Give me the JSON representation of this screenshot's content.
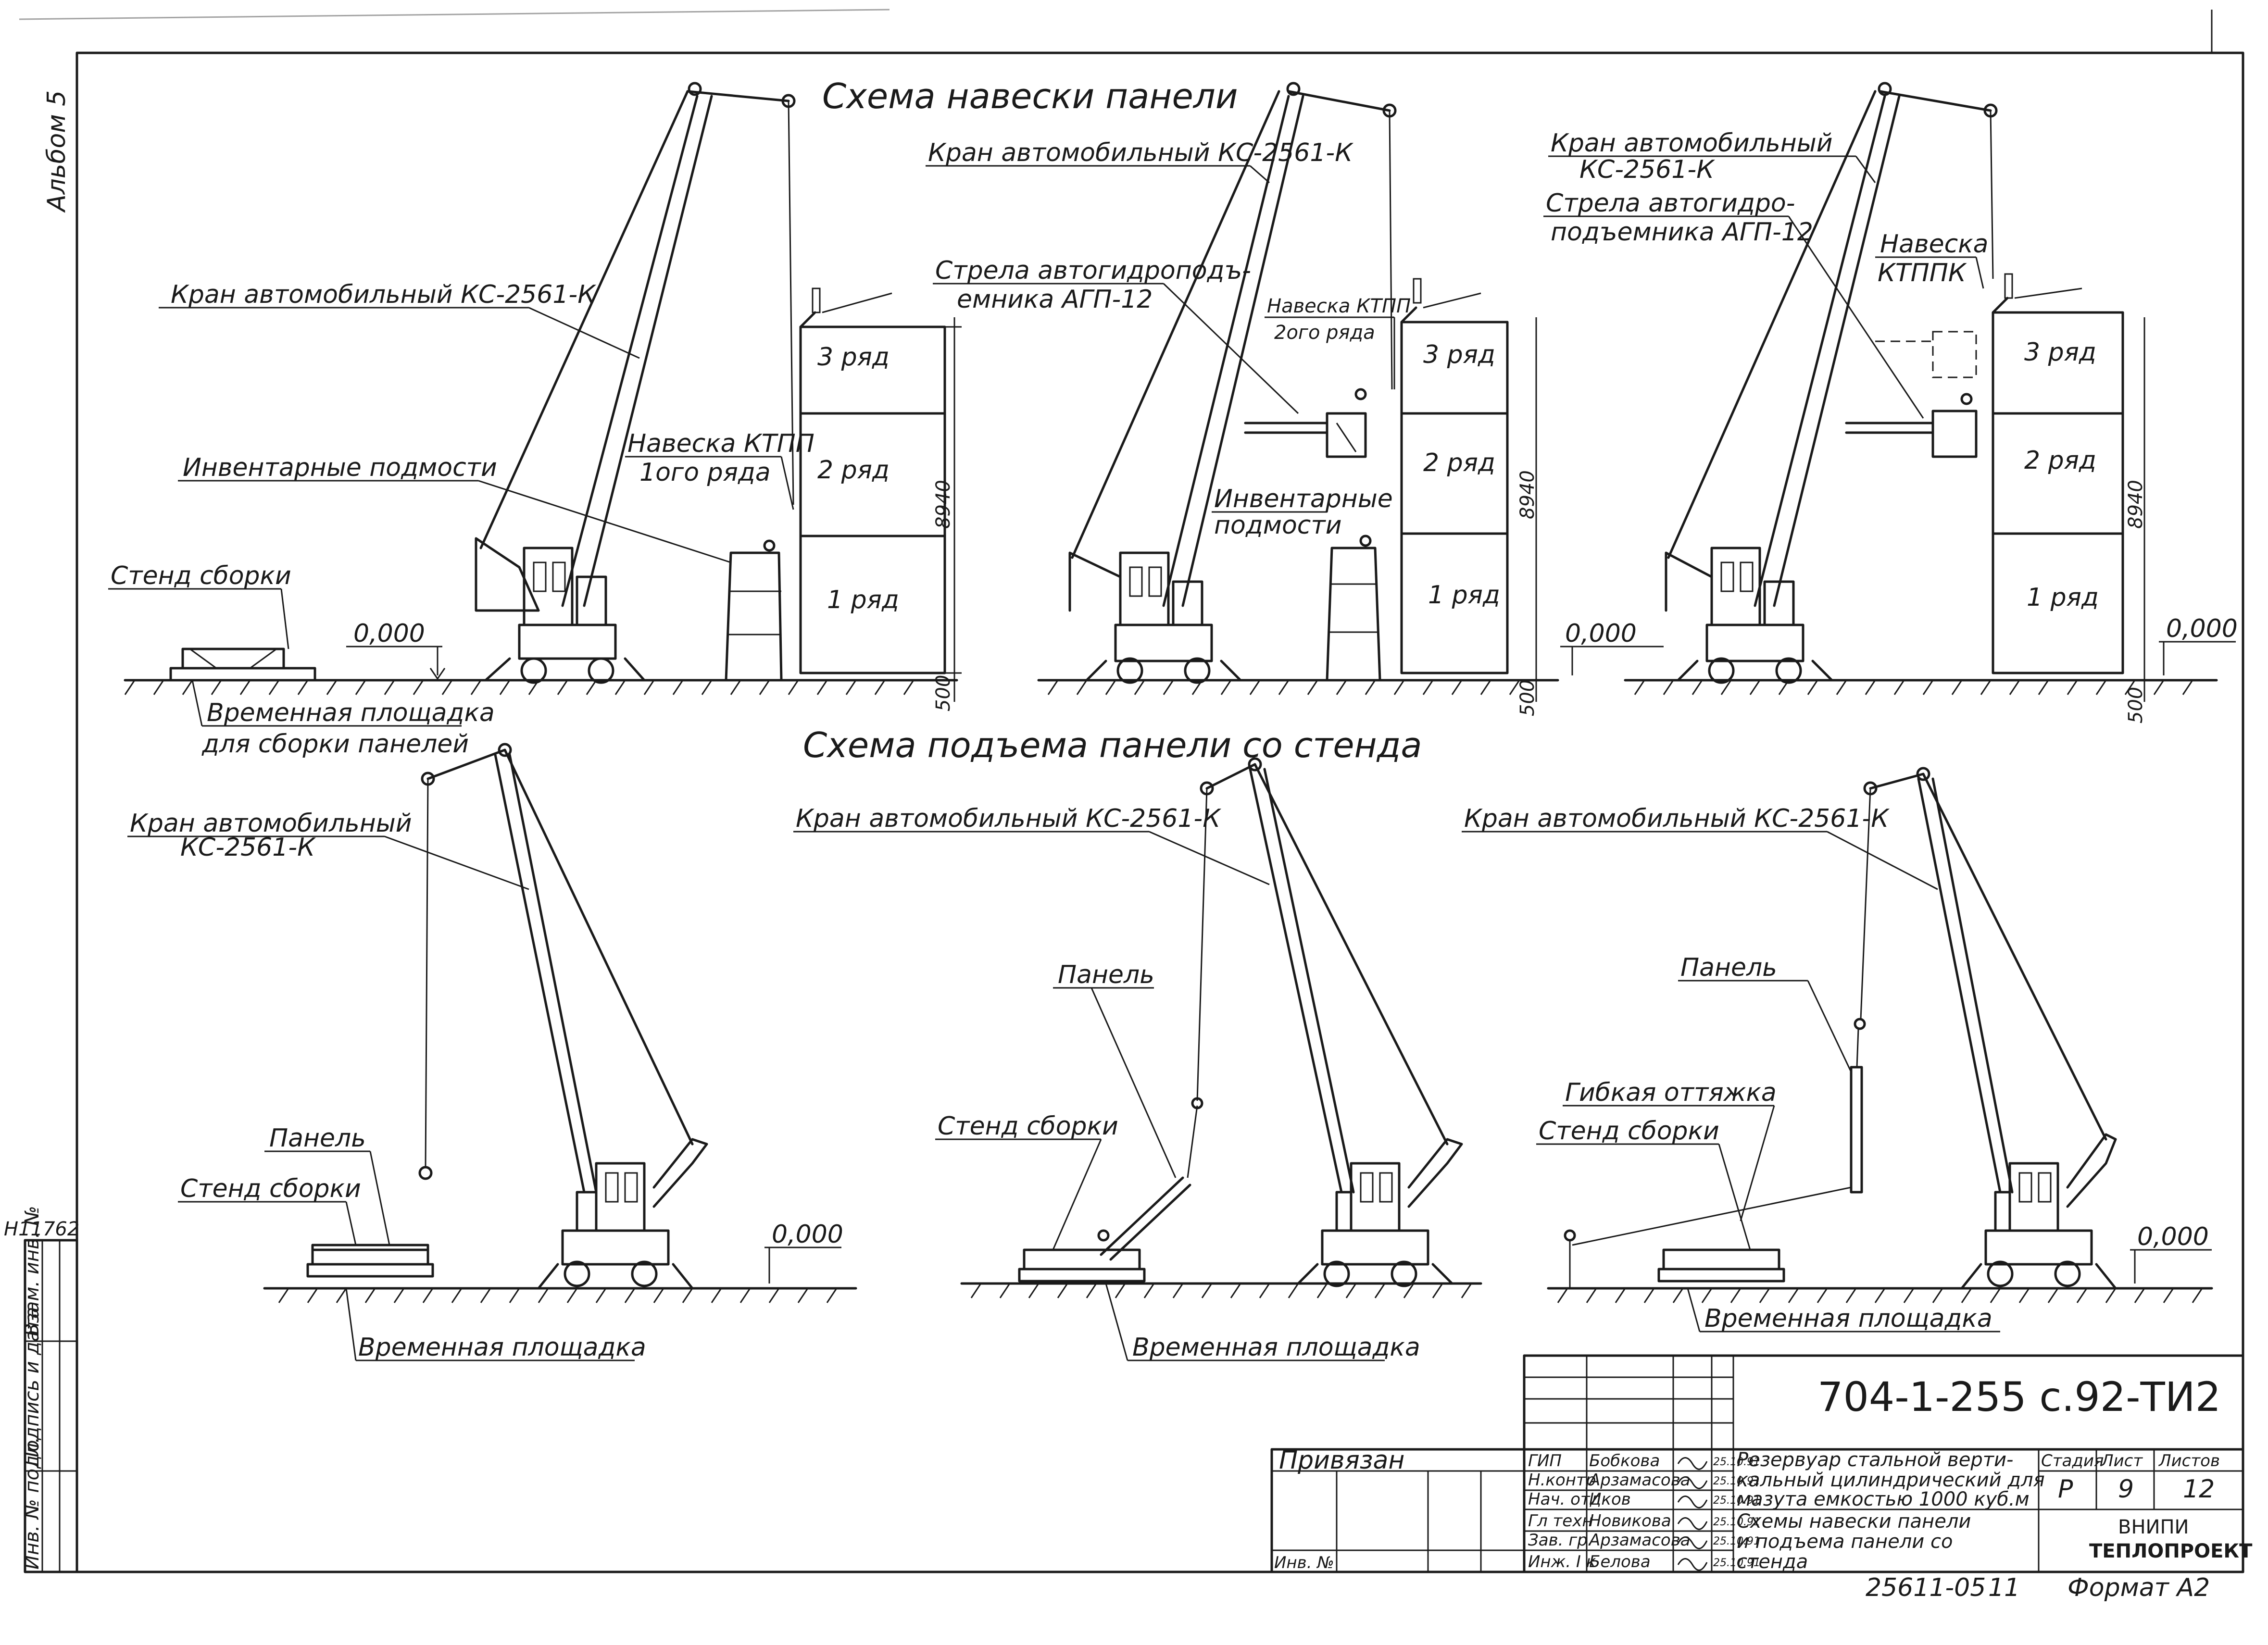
{
  "album_label": "Альбом 5",
  "inv_number": "Н11762",
  "titles": {
    "top": "Схема навески панели",
    "bottom": "Схема подъема панели со стенда"
  },
  "top_row": {
    "s1": {
      "crane": "Кран автомобильный КС-2561-К",
      "scaffold": "Инвентарные подмости",
      "stand": "Стенд сборки",
      "hang_1": "Навеска КТПП",
      "hang_2": "1ого ряда",
      "zero": "0,000",
      "temp_1": "Временная площадка",
      "temp_2": "для сборки панелей",
      "dim_h": "8940",
      "dim_b": "500"
    },
    "s2": {
      "crane": "Кран автомобильный КС-2561-К",
      "boom_1": "Стрела автогидроподъ-",
      "boom_2": "емника АГП-12",
      "hang_1": "Навеска КТПП",
      "hang_2": "2ого ряда",
      "scaffold_1": "Инвентарные",
      "scaffold_2": "подмости",
      "dim_h": "8940",
      "dim_b": "500"
    },
    "s3": {
      "crane_1": "Кран автомобильный",
      "crane_2": "КС-2561-К",
      "boom_1": "Стрела автогидро-",
      "boom_2": "подъемника АГП-12",
      "hang_1": "Навеска",
      "hang_2": "КТППК",
      "zero_left": "0,000",
      "zero_right": "0,000",
      "dim_h": "8940",
      "dim_b": "500"
    },
    "rows": [
      "3 ряд",
      "2 ряд",
      "1 ряд"
    ]
  },
  "bottom_row": {
    "b1": {
      "crane_1": "Кран автомобильный",
      "crane_2": "КС-2561-К",
      "panel": "Панель",
      "stand": "Стенд сборки",
      "temp": "Временная площадка",
      "zero": "0,000"
    },
    "b2": {
      "crane": "Кран автомобильный КС-2561-К",
      "panel": "Панель",
      "stand": "Стенд сборки",
      "temp": "Временная площадка"
    },
    "b3": {
      "crane": "Кран автомобильный КС-2561-К",
      "panel": "Панель",
      "guy": "Гибкая оттяжка",
      "stand": "Стенд сборки",
      "temp": "Временная площадка",
      "zero": "0,000"
    }
  },
  "left_margin": {
    "col_1": "Инв. № подл.",
    "col_2": "Подпись и дата",
    "col_3": "Взам. инв. №"
  },
  "title_block": {
    "code": "704-1-255 с.92-ТИ2",
    "privyazan": "Привязан",
    "inv_no": "Инв. №",
    "roles": [
      "ГИП",
      "Н.контр",
      "Нач. отд",
      "Гл техн",
      "Зав. гр.",
      "Инж. I к"
    ],
    "names": [
      "Бобкова",
      "Арзамасова",
      "Иков",
      "Новикова",
      "Арзамасова",
      "Белова"
    ],
    "dates": [
      "25.10.91",
      "25.10.91",
      "25.10.91",
      "25.10.91",
      "25.10.91",
      "25.10.91"
    ],
    "object_1": "Резервуар стальной верти-",
    "object_2": "кальный цилиндрический для",
    "object_3": "мазута емкостью 1000 куб.м",
    "sheet_1": "Схемы навески панели",
    "sheet_2": "и подъема панели со",
    "sheet_3": "стенда",
    "stage_h": "Стадия",
    "list_h": "Лист",
    "lists_h": "Листов",
    "stage": "Р",
    "list": "9",
    "lists": "12",
    "org_1": "ВНИПИ",
    "org_2": "ТЕПЛОПРОЕКТ"
  },
  "footer": {
    "number": "25611-05",
    "sub": "11",
    "format": "Формат А2"
  }
}
